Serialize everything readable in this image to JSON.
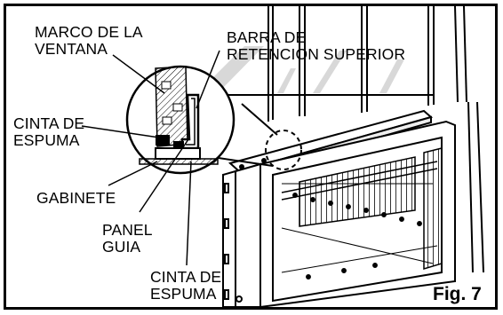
{
  "figure": {
    "fig_label": "Fig. 7",
    "labels": {
      "window_frame": [
        "MARCO DE LA",
        "VENTANA"
      ],
      "top_retaining_bar": [
        "BARRA DE",
        "RETENCION SUPERIOR"
      ],
      "foam_tape_upper": [
        "CINTA DE",
        "ESPUMA"
      ],
      "cabinet": "GABINETE",
      "guide_panel": [
        "PANEL",
        "GUIA"
      ],
      "foam_tape_lower": [
        "CINTA DE",
        "ESPUMA"
      ]
    }
  }
}
